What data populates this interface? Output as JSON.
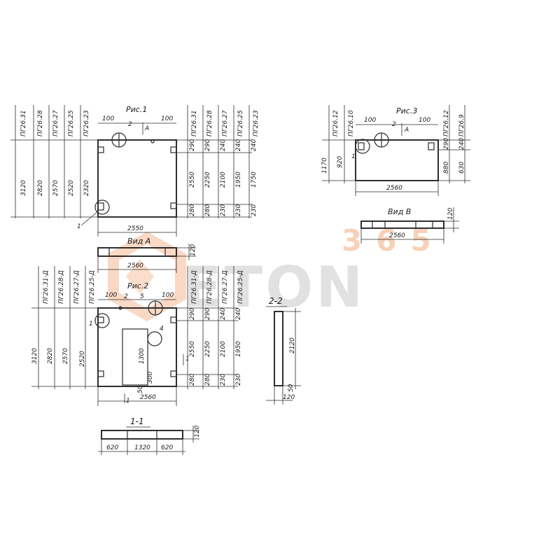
{
  "fig1": {
    "caption": "Рис.1",
    "left_marks": [
      "ПГ26.31",
      "ПГ26.28",
      "ПГ26.27",
      "ПГ26.25",
      "ПГ26.23"
    ],
    "left_heights": [
      "3120",
      "2820",
      "2570",
      "2520",
      "2320"
    ],
    "right_marks": [
      "ПГ26.31",
      "ПГ26.28",
      "ПГ26.27",
      "ПГ26.25",
      "ПГ26.23"
    ],
    "top_values": [
      "290",
      "290",
      "240",
      "240",
      "240"
    ],
    "mid_values": [
      "2550",
      "2250",
      "2100",
      "1950",
      "1750"
    ],
    "bot_values": [
      "280",
      "280",
      "230",
      "230",
      "230"
    ],
    "dim_100_a": "100",
    "dim_100_b": "100",
    "callout_2": "2",
    "callout_1": "1",
    "mark_a": "A",
    "width": "2550"
  },
  "vid_a": {
    "caption": "Вид А",
    "width": "2560",
    "thickness": "120"
  },
  "fig2": {
    "caption": "Рис.2",
    "left_marks": [
      "ПГ26.31-Д",
      "ПГ26.28-Д",
      "ПГ26.27-Д",
      "ПГ26.25-Д"
    ],
    "left_heights": [
      "3120",
      "2820",
      "2570",
      "2520"
    ],
    "right_marks": [
      "ПГ26.31-Д",
      "ПГ26.28-Д",
      "ПГ26.27-Д",
      "ПГ26.25-Д"
    ],
    "top_values": [
      "290",
      "290",
      "240",
      "240"
    ],
    "mid_values": [
      "2550",
      "2250",
      "2100",
      "1950"
    ],
    "bot_values": [
      "280",
      "280",
      "230",
      "230"
    ],
    "dim_100_a": "100",
    "dim_100_b": "100",
    "callout_5": "5",
    "callout_1": "1",
    "callout_4": "4",
    "callout_2": "2",
    "hole_h": "1300",
    "hole_low": "300",
    "small_50": "50",
    "sec_mark": "1",
    "width": "2560"
  },
  "sec11": {
    "caption": "1-1",
    "seg1": "620",
    "seg2": "1320",
    "seg3": "620",
    "thickness": "120"
  },
  "sec22": {
    "caption": "2-2",
    "height": "2120",
    "small": "50",
    "thickness": "120"
  },
  "fig3": {
    "caption": "Рис.3",
    "left_marks": [
      "ПГ26.12",
      "ПГ26.10"
    ],
    "left_heights": [
      "1170",
      "920"
    ],
    "right_marks": [
      "ПГ26.12",
      "ПГ26.9"
    ],
    "top_values": [
      "290",
      "240"
    ],
    "mid_values": [
      "880",
      "630"
    ],
    "dim_100_a": "100",
    "dim_100_b": "100",
    "callout_2": "2",
    "callout_1": "1",
    "mark_a": "A",
    "width": "2560"
  },
  "vid_b": {
    "caption": "Вид В",
    "width": "2560",
    "thickness": "120"
  },
  "watermark": {
    "number": "365",
    "brand": "ETON",
    "accent": "#f3b48c",
    "gray": "#c9c9c9"
  }
}
